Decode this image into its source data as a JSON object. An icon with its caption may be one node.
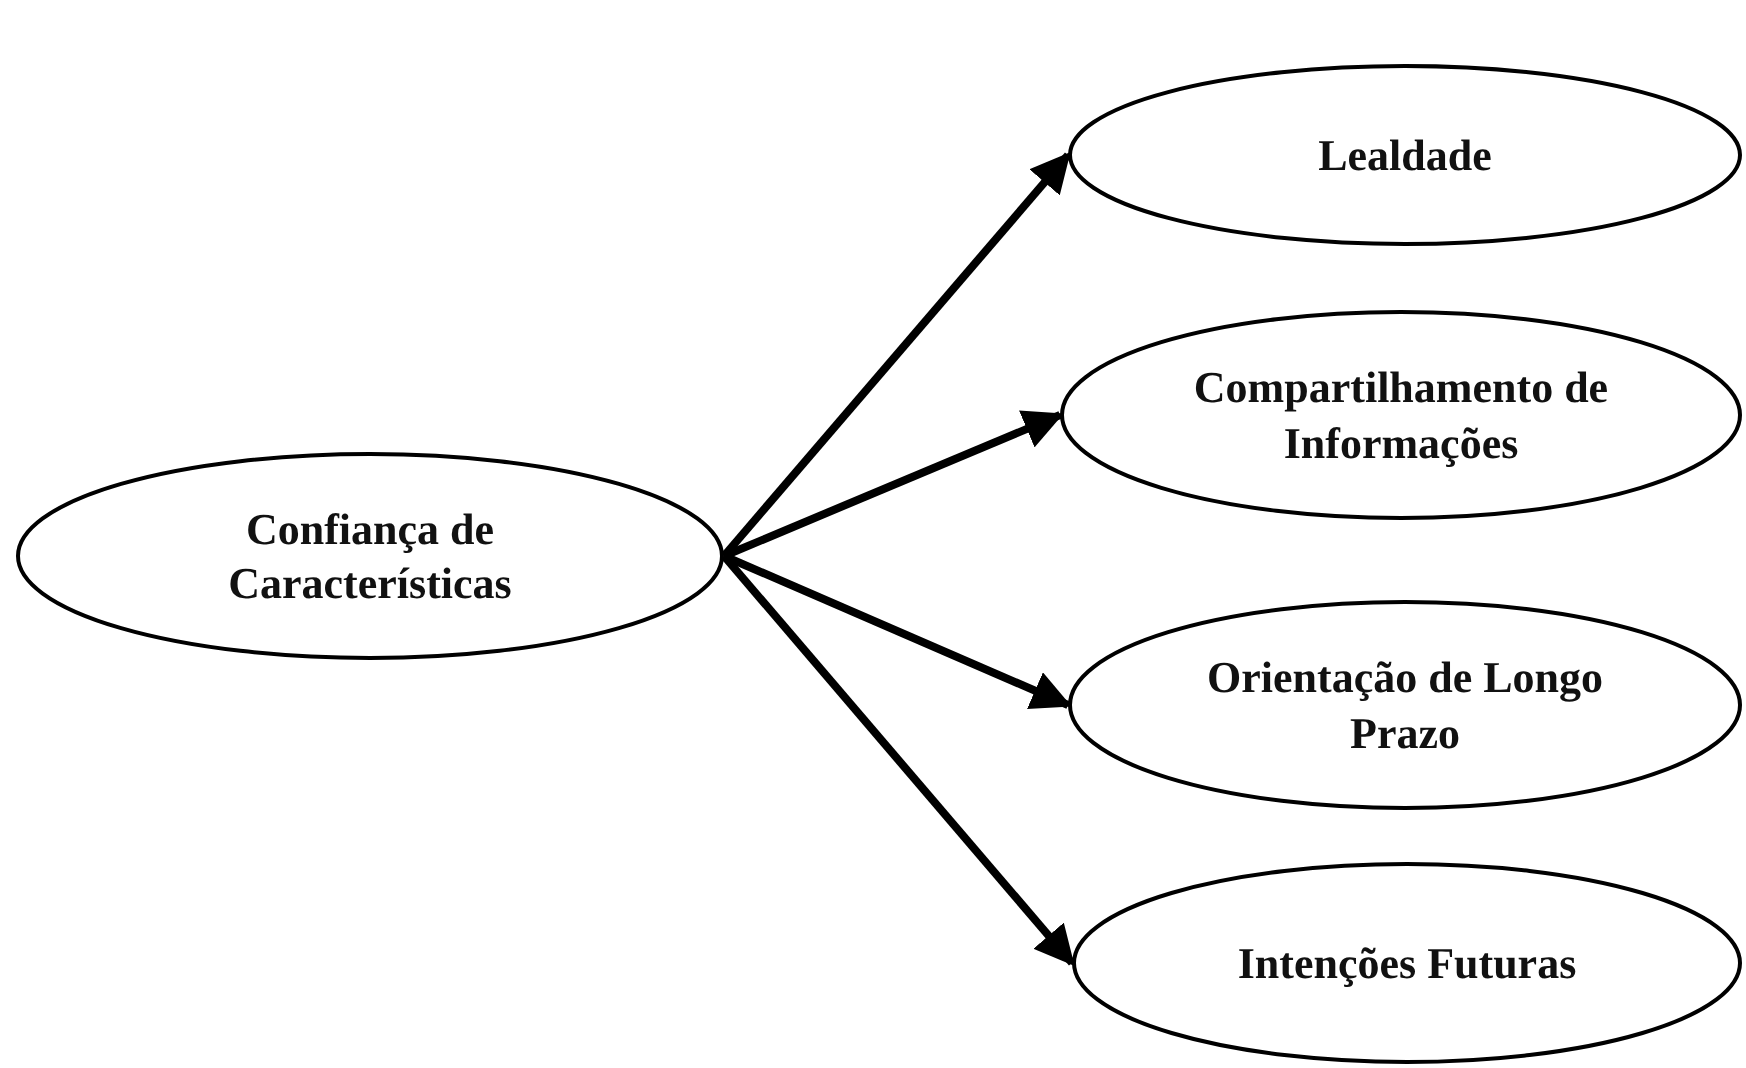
{
  "diagram": {
    "nodes": [
      {
        "text": [
          "Confiança de Características"
        ]
      },
      {
        "text": [
          "Lealdade"
        ]
      },
      {
        "text": [
          "Compartilhamento de Informações"
        ]
      },
      {
        "text": [
          "Orientação de Longo Prazo"
        ]
      },
      {
        "text": [
          "Intenções Futuras"
        ]
      }
    ],
    "edges": [
      {
        "from": 0,
        "to": 1,
        "arrow": "to"
      },
      {
        "from": 0,
        "to": 2,
        "arrow": "to"
      },
      {
        "from": 0,
        "to": 3,
        "arrow": "to"
      },
      {
        "from": 0,
        "to": 4,
        "arrow": "to"
      }
    ]
  }
}
